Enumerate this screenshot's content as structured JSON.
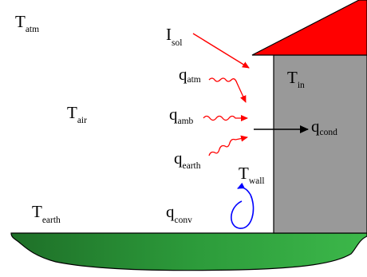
{
  "labels": {
    "t_atm": {
      "main": "T",
      "sub": "atm"
    },
    "i_sol": {
      "main": "I",
      "sub": "sol"
    },
    "t_in": {
      "main": "T",
      "sub": "in"
    },
    "q_atm": {
      "main": "q",
      "sub": "atm"
    },
    "t_air": {
      "main": "T",
      "sub": "air"
    },
    "q_amb": {
      "main": "q",
      "sub": "amb"
    },
    "q_cond": {
      "main": "q",
      "sub": "cond"
    },
    "q_earth": {
      "main": "q",
      "sub": "earth"
    },
    "t_wall": {
      "main": "T",
      "sub": "wall"
    },
    "t_earth": {
      "main": "T",
      "sub": "earth"
    },
    "q_conv": {
      "main": "q",
      "sub": "conv"
    }
  },
  "colors": {
    "roof": "#ff0000",
    "wall": "#999999",
    "ground_dark": "#1e6f28",
    "ground_light": "#3cb84a",
    "solar_arrow": "#ff0000",
    "radiation_arrows": "#ff0000",
    "conduction_arrow": "#000000",
    "convection_arrow": "#0000ff"
  }
}
